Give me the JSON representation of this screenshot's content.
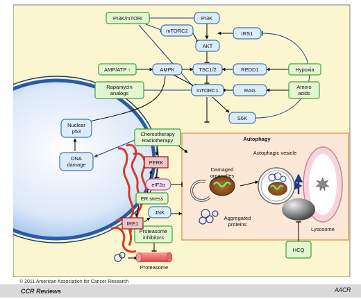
{
  "nodes": {
    "pi3k_mtori": "PI3K/mTORi",
    "pi3k": "PI3K",
    "mtorc2": "mTORC2",
    "irs1": "IRS1",
    "akt": "AKT",
    "amp_atp": "AMP/ATP ↑",
    "ampk": "AMPK",
    "tsc": "TSC1/2",
    "redd1": "REDD1",
    "hypoxia": "Hypoxia",
    "rapamycin_1": "Rapamycin",
    "rapamycin_2": "analogs",
    "mtorc1": "mTORC1",
    "rag": "RAG",
    "amino_1": "Amino",
    "amino_2": "acids",
    "s6k": "S6K",
    "nuclear_1": "Nuclear",
    "nuclear_2": "p53",
    "dna_1": "DNA",
    "dna_2": "damage",
    "chemo_1": "Chemotherapy",
    "chemo_2": "Radiotherapy",
    "perk": "PERK",
    "eif2a": "eIF2α",
    "er_stress": "ER stress",
    "jnk": "JNK",
    "ire1": "IRE1",
    "proteasome_inh_1": "Proteasome",
    "proteasome_inh_2": "inhibitors",
    "proteasome": "Proteasome",
    "hcq": "HCQ",
    "autophagy": "Autophagy",
    "damaged_1": "Damaged",
    "damaged_2": "organelles",
    "aggregated_1": "Aggregated",
    "aggregated_2": "proteins",
    "autophagic_vesicle": "Autophagic vesicle",
    "lysosome": "Lysosome"
  },
  "footer": {
    "copyright": "© 2011 American Association for Cancer Research",
    "journal": "CCR Reviews",
    "logo": "AACR"
  },
  "colors": {
    "panel_bg": "#fbf6cf",
    "drug_box": "#e4f6d0",
    "drug_border": "#3ea03a",
    "protein_box": "#dcecfb",
    "protein_border": "#3b72b6",
    "inhibit_line": "#1e3a8a",
    "autophagy_box": "#fbe8d6",
    "autophagy_border": "#d98b4b",
    "er_red": "#d63a2a"
  }
}
